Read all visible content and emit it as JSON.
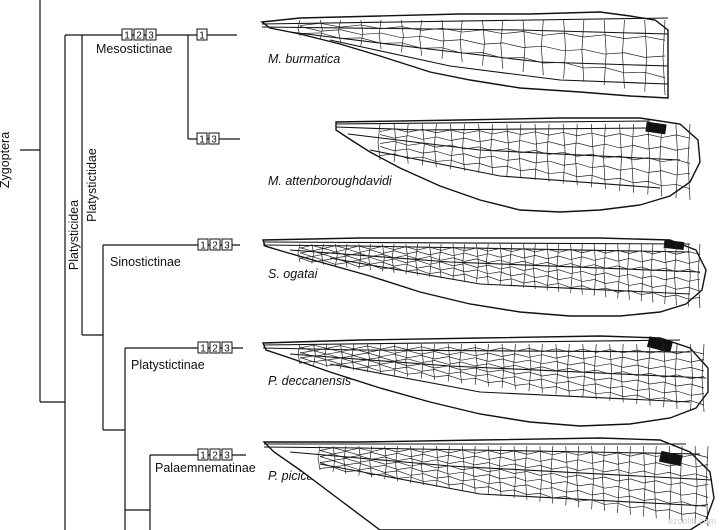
{
  "clades": {
    "zygoptera": "Zygoptera",
    "platysticidea": "Platysticidea",
    "platystictidae": "Platystictidae",
    "mesostictinae": "Mesostictinae",
    "sinostictinae": "Sinostictinae",
    "platystictinae": "Platystictinae",
    "palaemnematinae": "Palaemnematinae"
  },
  "species": [
    {
      "name": "M. burmatica",
      "markers": [
        "1"
      ]
    },
    {
      "name": "M. attenboroughdavidi",
      "markers": [
        "1",
        "3"
      ]
    },
    {
      "name": "S. ogatai",
      "markers": [
        "1",
        "2",
        "3"
      ]
    },
    {
      "name": "P. deccanensis",
      "markers": [
        "1",
        "2",
        "3"
      ]
    },
    {
      "name": "P. picicaudata",
      "markers": [
        "1",
        "2",
        "3"
      ]
    }
  ],
  "mesostictinae_markers": [
    "1",
    "2",
    "3"
  ],
  "watermark": "ezoolib.com",
  "colors": {
    "line": "#111111",
    "stigma": "#111111",
    "background": "#ffffff"
  }
}
